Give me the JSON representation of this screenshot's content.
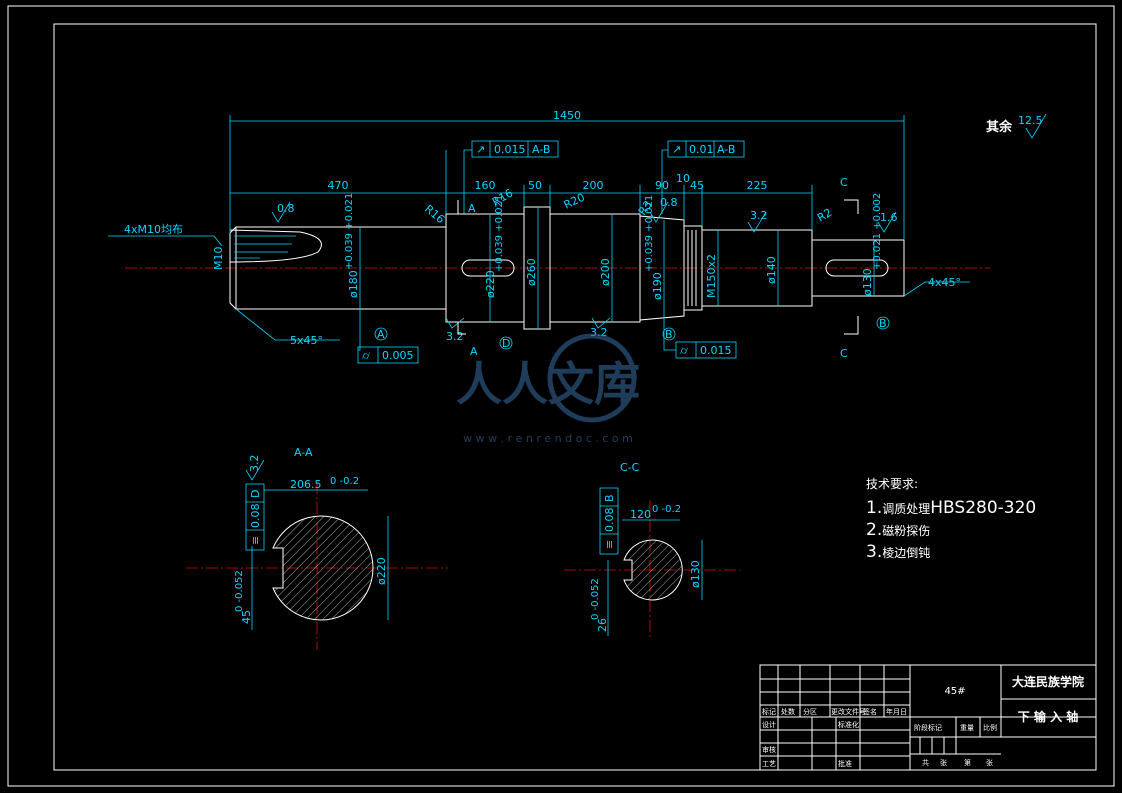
{
  "dimensions": {
    "overall_length": "1450",
    "seg_470": "470",
    "seg_160": "160",
    "seg_50": "50",
    "seg_200": "200",
    "seg_90": "90",
    "seg_10": "10",
    "seg_45": "45",
    "seg_225": "225",
    "r16a": "R16",
    "r16b": "R16",
    "r20": "R20",
    "r3": "R3",
    "r2": "R2",
    "thread_callout": "4xM10",
    "thread_note": "均布",
    "m10": "M10",
    "chamfer_left": "5x45°",
    "chamfer_right": "4x45°",
    "d180": "ø180",
    "d180_tol": "+0.039 +0.021",
    "d220": "ø220",
    "d220_tol": "+0.039 +0.021",
    "d260": "ø260",
    "d200": "ø200",
    "d190": "ø190",
    "d190_tol": "+0.039 +0.021",
    "m150": "M150x2",
    "d140": "ø140",
    "d130": "ø130",
    "d130_tol": "+0.021 +0.002"
  },
  "roughness": {
    "r1": "0.8",
    "r2": "3.2",
    "r3": "3.2",
    "r4": "0.8",
    "r5": "3.2",
    "r6": "1.6",
    "r7": "3.2",
    "rest_label": "其余",
    "rest_value": "12.5"
  },
  "tolerances": {
    "runout1_value": "0.015",
    "runout1_ref": "A-B",
    "runout2_value": "0.01",
    "runout2_ref": "A-B",
    "runout3_value": "0.005",
    "runout4_value": "0.015",
    "sym1_value": "0.08",
    "sym1_ref": "D",
    "sym2_value": "0.08",
    "sym2_ref": "B"
  },
  "datums": {
    "a1": "A",
    "b1": "B",
    "d1": "D",
    "b2": "B",
    "cut_a_top": "A",
    "cut_a_bottom": "A",
    "cut_c_top": "C",
    "cut_c_bottom": "C"
  },
  "sections": {
    "aa_title": "A-A",
    "aa_width": "206.5",
    "aa_width_tol": "0 -0.2",
    "aa_dia": "ø220",
    "aa_key": "45",
    "aa_key_tol": "0 -0.052",
    "cc_title": "C-C",
    "cc_width": "120",
    "cc_width_tol": "0 -0.2",
    "cc_dia": "ø130",
    "cc_key": "26",
    "cc_key_tol": "0 -0.052"
  },
  "notes": {
    "title": "技术要求:",
    "line1_num": "1.",
    "line1_cn": "调质处理",
    "line1_val": "HBS280-320",
    "line2_num": "2.",
    "line2_text": "磁粉探伤",
    "line3_num": "3.",
    "line3_text": "棱边倒钝"
  },
  "title_block": {
    "material": "45#",
    "school": "大连民族学院",
    "part_name": "下 输 入 轴",
    "h_mark": "标记",
    "h_count": "处数",
    "h_zone": "分区",
    "h_doc": "更改文件号",
    "h_sign": "签名",
    "h_date": "年月日",
    "h_design": "设计",
    "h_standard": "标准化",
    "h_stage": "阶段标记",
    "h_weight": "重量",
    "h_scale": "比例",
    "h_review": "审核",
    "h_process": "工艺",
    "h_approve": "批准",
    "h_total": "共",
    "h_zhang1": "张",
    "h_page": "第",
    "h_zhang2": "张"
  },
  "watermark": {
    "text": "人人文库",
    "url": "w w w . r e n r e n d o c . c o m"
  }
}
